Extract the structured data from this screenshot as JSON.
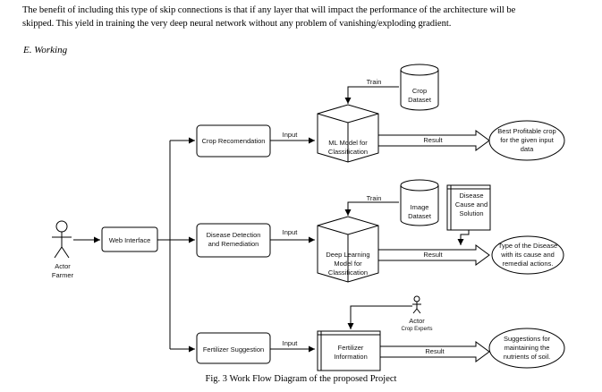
{
  "paragraph": {
    "line1": "The benefit of including this type of skip connections is that if any layer that will impact the performance of the architecture will be",
    "line2": "skipped. This yield in training the very deep neural network without any problem of vanishing/exploding gradient."
  },
  "section_heading": "E.  Working",
  "diagram": {
    "actor_farmer": {
      "line1": "Actor",
      "line2": "Farmer"
    },
    "web_interface": "Web Interface",
    "crop_recommendation": "Crop Recomendation",
    "disease_detection": {
      "line1": "Disease Detection",
      "line2": "and Remediation"
    },
    "fertilizer_suggestion": "Fertilizer Suggestion",
    "input_label": "Input",
    "train_label": "Train",
    "result_label": "Result",
    "crop_dataset": {
      "line1": "Crop",
      "line2": "Dataset"
    },
    "image_dataset": {
      "line1": "Image",
      "line2": "Dataset"
    },
    "disease_cause": {
      "line1": "Disease",
      "line2": "Cause and",
      "line3": "Solution"
    },
    "ml_model": {
      "line1": "ML Model for",
      "line2": "Classification"
    },
    "dl_model": {
      "line1": "Deep Learning",
      "line2": "Model for",
      "line3": "Classification"
    },
    "fertilizer_info": {
      "line1": "Fertilizer",
      "line2": "Information"
    },
    "actor_crop_experts": {
      "line1": "Actor",
      "line2": "Crop Experts"
    },
    "output_crop": {
      "line1": "Best Profitable crop",
      "line2": "for the given input",
      "line3": "data"
    },
    "output_disease": {
      "line1": "Type of the Disease",
      "line2": "with its cause and",
      "line3": "remedial actions."
    },
    "output_fertilizer": {
      "line1": "Suggestions for",
      "line2": "maintaining the",
      "line3": "nutrients of soil."
    }
  },
  "caption": "Fig. 3 Work Flow Diagram of the proposed Project"
}
